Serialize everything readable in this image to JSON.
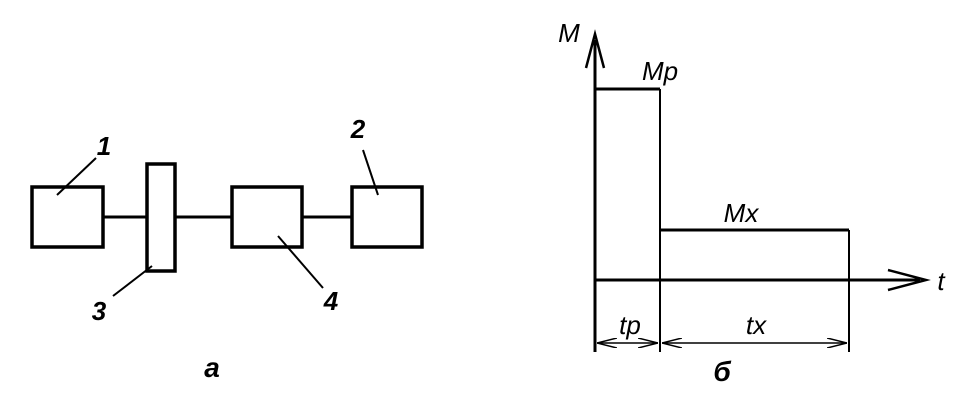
{
  "scheme_a": {
    "labels": {
      "n1": "1",
      "n2": "2",
      "n3": "3",
      "n4": "4"
    },
    "caption": "а"
  },
  "graph_b": {
    "axis_y": "М",
    "axis_x": "t",
    "label_peak": "Мр",
    "label_idle": "Мх",
    "interval_1": "tр",
    "interval_2": "tх",
    "caption": "б"
  }
}
